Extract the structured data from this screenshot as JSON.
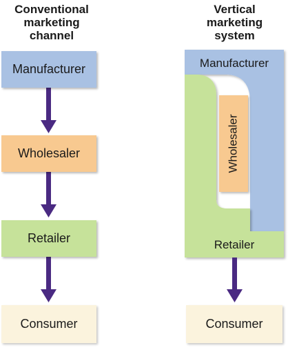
{
  "conventional": {
    "title_lines": [
      "Conventional",
      "marketing",
      "channel"
    ],
    "boxes": {
      "manufacturer": "Manufacturer",
      "wholesaler": "Wholesaler",
      "retailer": "Retailer",
      "consumer": "Consumer"
    }
  },
  "vertical": {
    "title_lines": [
      "Vertical",
      "marketing",
      "system"
    ],
    "labels": {
      "manufacturer": "Manufacturer",
      "wholesaler": "Wholesaler",
      "retailer": "Retailer",
      "consumer": "Consumer"
    }
  },
  "colors": {
    "manufacturer": "#a9c1e3",
    "wholesaler": "#f8c990",
    "retailer": "#c6e29a",
    "consumer": "#fbf3dd",
    "arrow": "#4a2a82"
  }
}
